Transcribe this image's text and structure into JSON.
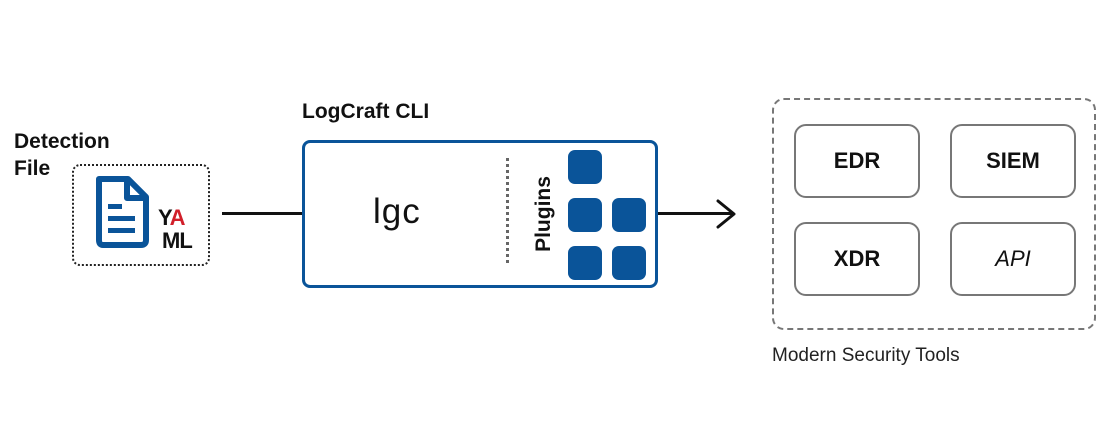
{
  "detection": {
    "label_line1": "Detection",
    "label_line2": "File",
    "yaml_part1": "Y",
    "yaml_red": "A",
    "yaml_part2": "ML",
    "icon": "document-icon"
  },
  "cli": {
    "title": "LogCraft CLI",
    "command": "lgc",
    "plugins_label": "Plugins"
  },
  "tools": {
    "items": [
      "EDR",
      "SIEM",
      "XDR",
      "API"
    ],
    "caption": "Modern Security Tools"
  },
  "colors": {
    "accent_blue": "#0a5499",
    "yaml_red": "#d11f2a",
    "border_gray": "#777777"
  }
}
